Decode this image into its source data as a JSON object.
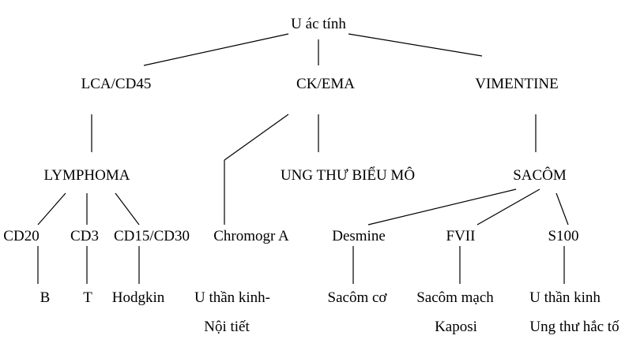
{
  "diagram": {
    "root": "U ác tính",
    "markers": {
      "lca": "LCA/CD45",
      "ck": "CK/EMA",
      "vim": "VIMENTINE"
    },
    "groups": {
      "lymphoma": "LYMPHOMA",
      "carcinoma": "UNG THƯ BIỂU MÔ",
      "sarcoma": "SACÔM"
    },
    "subtypes": {
      "cd20": "CD20",
      "cd3": "CD3",
      "cd15": "CD15/CD30",
      "chromogr": "Chromogr A",
      "desmine": "Desmine",
      "fvii": "FVII",
      "s100": "S100"
    },
    "results": {
      "b": "B",
      "t": "T",
      "hodgkin": "Hodgkin",
      "neuro_1": "U thần kinh-",
      "neuro_2": "Nội tiết",
      "muscle": "Sacôm cơ",
      "vascular_1": "Sacôm mạch",
      "vascular_2": "Kaposi",
      "nerve_1": "U thần kinh",
      "nerve_2": "Ung thư hắc tố"
    },
    "colors": {
      "line": "#000000",
      "text": "#000000",
      "background": "#ffffff"
    }
  }
}
